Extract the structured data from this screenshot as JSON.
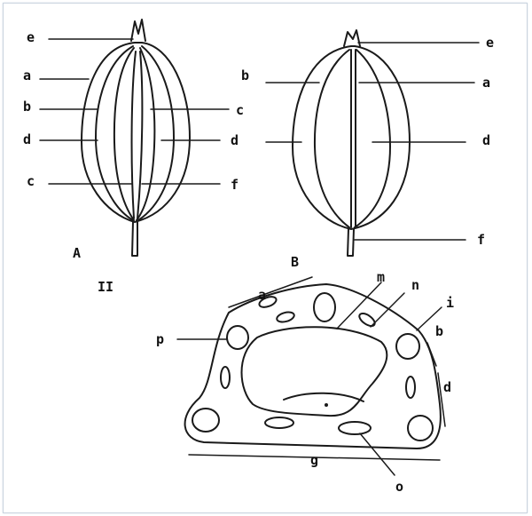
{
  "labels": {
    "a": "a",
    "b": "b",
    "c": "c",
    "d": "d",
    "e": "e",
    "f": "f",
    "g": "g",
    "i": "i",
    "m": "m",
    "n": "n",
    "o": "o",
    "p": "p"
  },
  "figure_labels": {
    "A": "A",
    "B": "B",
    "II": "II"
  }
}
